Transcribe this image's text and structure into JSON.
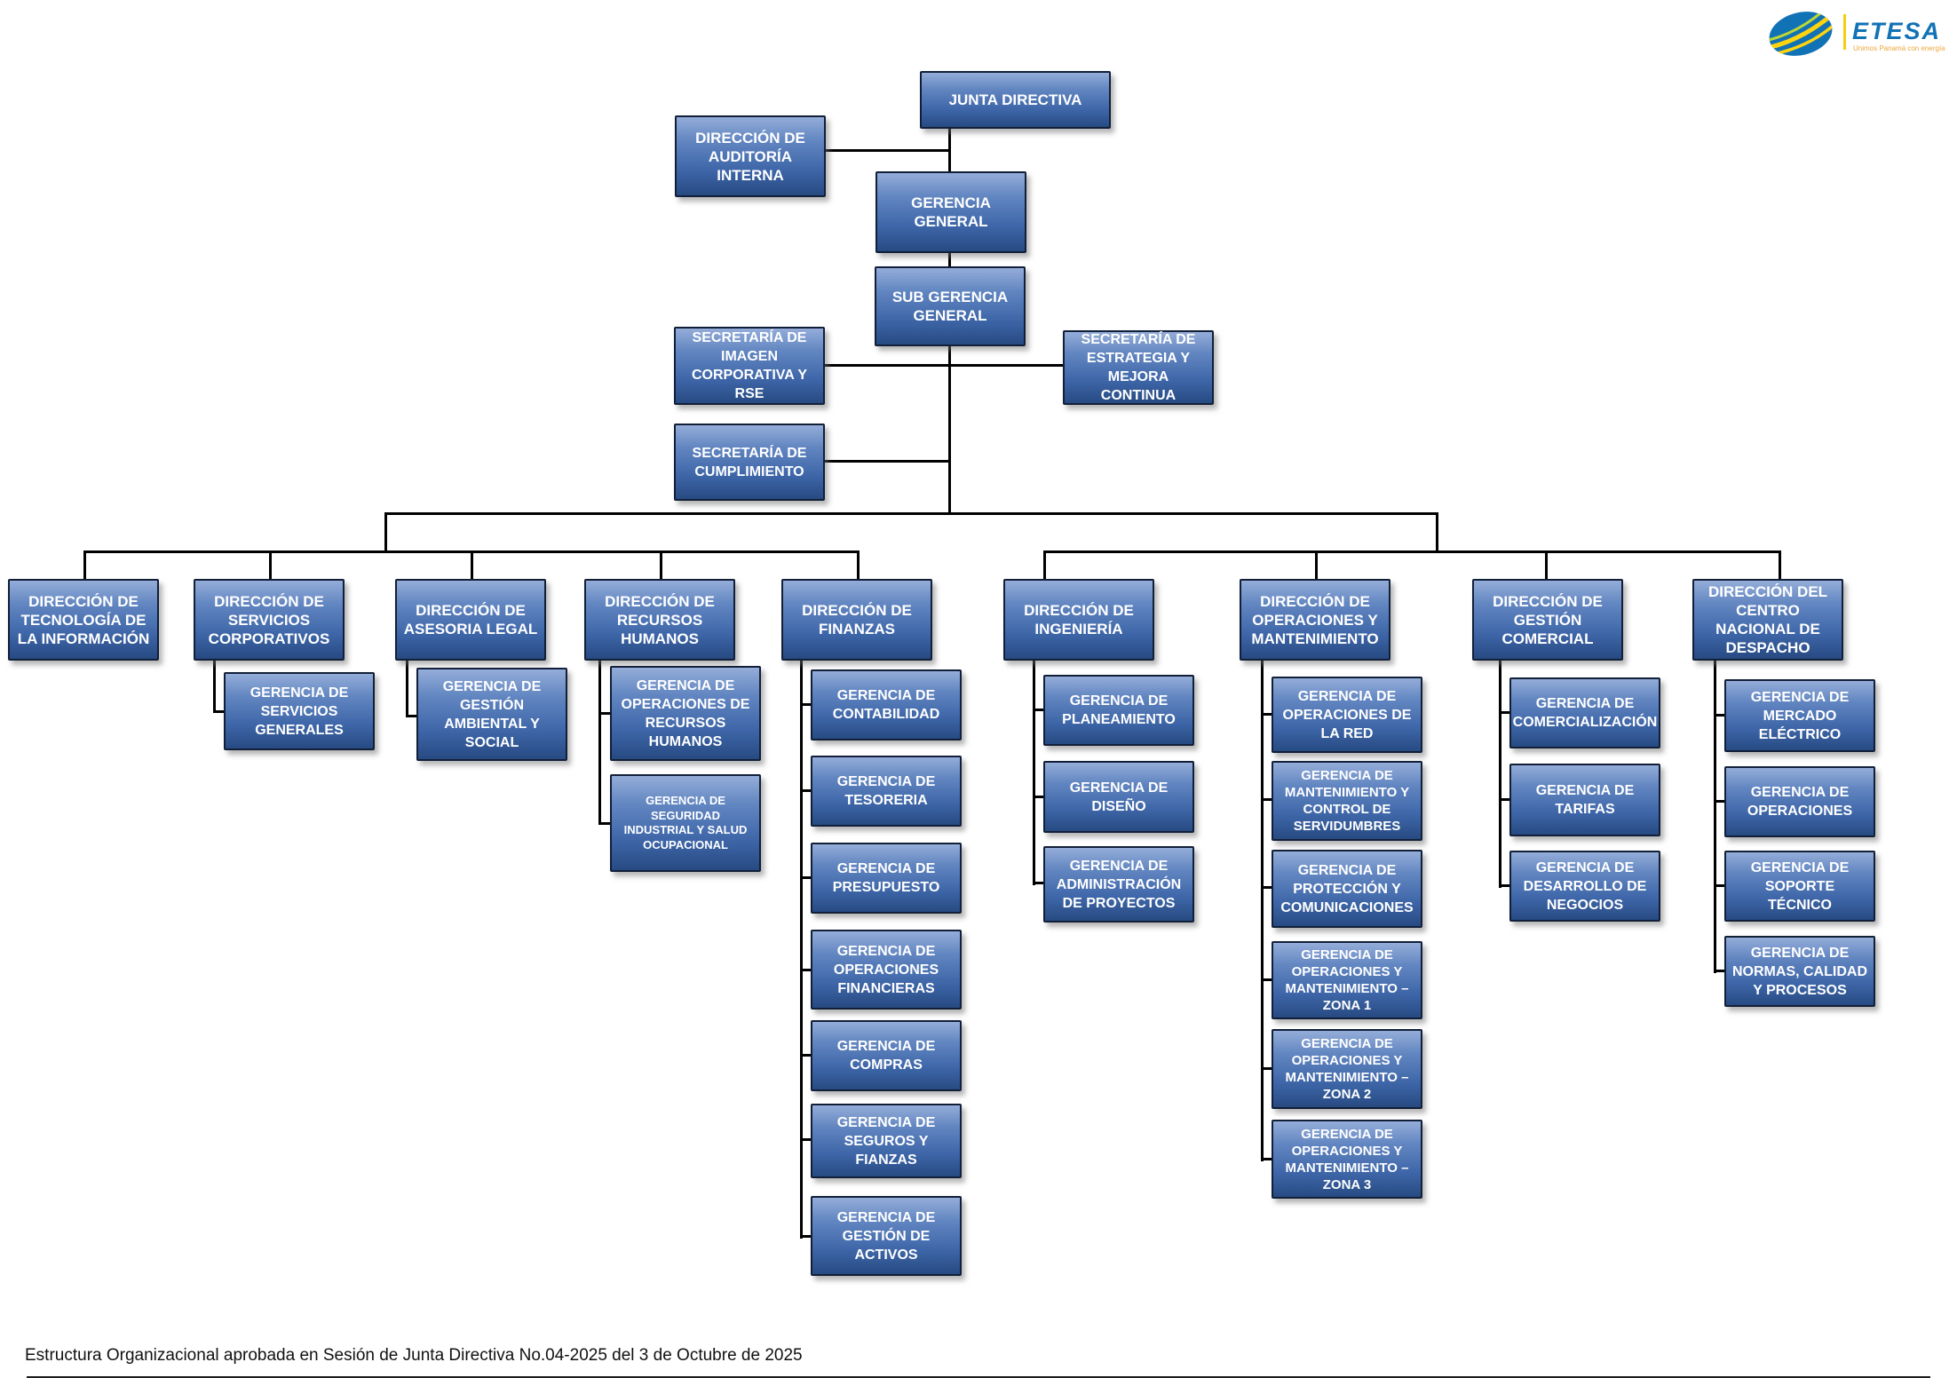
{
  "logo": {
    "brand": "ETESA",
    "tagline": "Unimos Panamá con energía"
  },
  "footer": {
    "note": "Estructura Organizacional aprobada en Sesión de Junta Directiva No.04-2025 del 3 de Octubre de 2025"
  },
  "colors": {
    "box_gradient_top": "#94add9",
    "box_gradient_bottom": "#274a82",
    "box_border": "#121f38",
    "box_text": "#ffffff",
    "connector": "#000000",
    "logo_blue": "#1272b6",
    "logo_yellow": "#ffd40e",
    "logo_green": "#bed732",
    "tagline_orange": "#eda73d"
  },
  "top": {
    "junta": {
      "label": "JUNTA DIRECTIVA"
    },
    "auditoria": {
      "label": "DIRECCIÓN DE AUDITORÍA INTERNA"
    },
    "gerencia_general": {
      "label": "GERENCIA GENERAL"
    },
    "sub_gerencia": {
      "label": "SUB GERENCIA GENERAL"
    },
    "sec_imagen": {
      "label": "SECRETARÍA DE IMAGEN CORPORATIVA Y RSE"
    },
    "sec_estrategia": {
      "label": "SECRETARÍA DE ESTRATEGIA Y MEJORA CONTINUA"
    },
    "sec_cumplimiento": {
      "label": "SECRETARÍA DE CUMPLIMIENTO"
    }
  },
  "directions": [
    {
      "id": "tecnologia-informacion",
      "label": "DIRECCIÓN DE TECNOLOGÍA DE LA INFORMACIÓN",
      "gerencias": []
    },
    {
      "id": "servicios-corporativos",
      "label": "DIRECCIÓN DE SERVICIOS CORPORATIVOS",
      "gerencias": [
        {
          "label": "GERENCIA DE SERVICIOS GENERALES"
        }
      ]
    },
    {
      "id": "asesoria-legal",
      "label": "DIRECCIÓN DE ASESORIA LEGAL",
      "gerencias": [
        {
          "label": "GERENCIA DE GESTIÓN AMBIENTAL Y SOCIAL"
        }
      ]
    },
    {
      "id": "recursos-humanos",
      "label": "DIRECCIÓN DE RECURSOS HUMANOS",
      "gerencias": [
        {
          "label": "GERENCIA DE OPERACIONES DE RECURSOS HUMANOS"
        },
        {
          "label": "GERENCIA DE SEGURIDAD INDUSTRIAL Y SALUD OCUPACIONAL"
        }
      ]
    },
    {
      "id": "finanzas",
      "label": "DIRECCIÓN DE FINANZAS",
      "gerencias": [
        {
          "label": "GERENCIA DE CONTABILIDAD"
        },
        {
          "label": "GERENCIA DE TESORERIA"
        },
        {
          "label": "GERENCIA DE PRESUPUESTO"
        },
        {
          "label": "GERENCIA DE OPERACIONES FINANCIERAS"
        },
        {
          "label": "GERENCIA DE COMPRAS"
        },
        {
          "label": "GERENCIA DE SEGUROS Y FIANZAS"
        },
        {
          "label": "GERENCIA DE GESTIÓN DE ACTIVOS"
        }
      ]
    },
    {
      "id": "ingenieria",
      "label": "DIRECCIÓN DE INGENIERÍA",
      "gerencias": [
        {
          "label": "GERENCIA DE PLANEAMIENTO"
        },
        {
          "label": "GERENCIA DE DISEÑO"
        },
        {
          "label": "GERENCIA DE ADMINISTRACIÓN DE PROYECTOS"
        }
      ]
    },
    {
      "id": "operaciones-mantenimiento",
      "label": "DIRECCIÓN DE OPERACIONES Y MANTENIMIENTO",
      "gerencias": [
        {
          "label": "GERENCIA DE OPERACIONES DE LA RED"
        },
        {
          "label": "GERENCIA DE MANTENIMIENTO Y CONTROL DE SERVIDUMBRES"
        },
        {
          "label": "GERENCIA DE PROTECCIÓN Y COMUNICACIONES"
        },
        {
          "label": "GERENCIA DE OPERACIONES Y MANTENIMIENTO – ZONA 1"
        },
        {
          "label": "GERENCIA DE OPERACIONES Y MANTENIMIENTO – ZONA 2"
        },
        {
          "label": "GERENCIA DE OPERACIONES Y MANTENIMIENTO – ZONA 3"
        }
      ]
    },
    {
      "id": "gestion-comercial",
      "label": "DIRECCIÓN DE GESTIÓN COMERCIAL",
      "gerencias": [
        {
          "label": "GERENCIA DE COMERCIALIZACIÓN"
        },
        {
          "label": "GERENCIA DE TARIFAS"
        },
        {
          "label": "GERENCIA DE DESARROLLO DE NEGOCIOS"
        }
      ]
    },
    {
      "id": "centro-nacional-despacho",
      "label": "DIRECCIÓN DEL CENTRO NACIONAL DE DESPACHO",
      "gerencias": [
        {
          "label": "GERENCIA DE MERCADO ELÉCTRICO"
        },
        {
          "label": "GERENCIA DE OPERACIONES"
        },
        {
          "label": "GERENCIA DE SOPORTE TÉCNICO"
        },
        {
          "label": "GERENCIA DE NORMAS, CALIDAD Y PROCESOS"
        }
      ]
    }
  ]
}
